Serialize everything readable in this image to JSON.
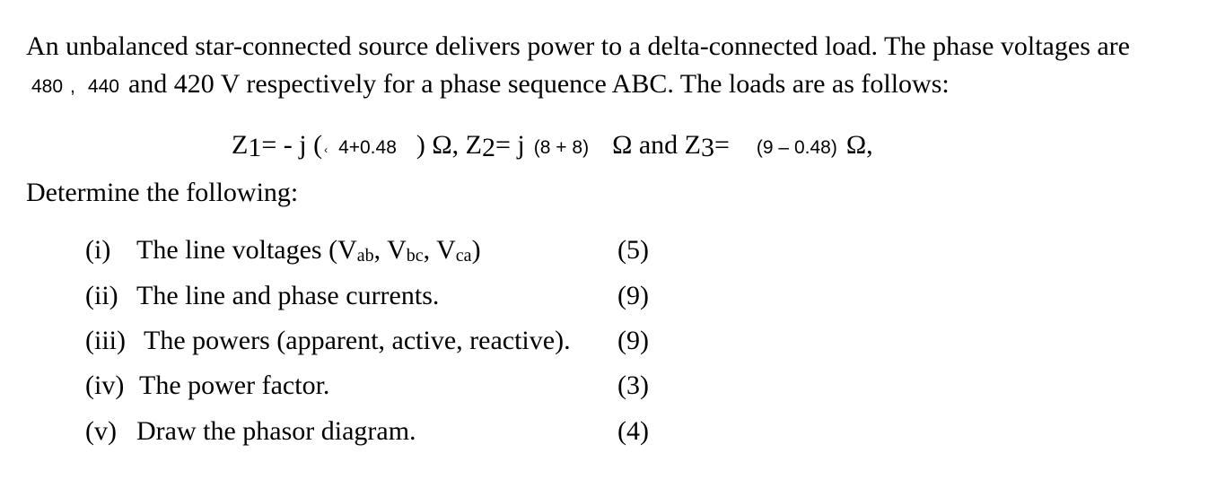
{
  "intro": {
    "line1": "An unbalanced star-connected source delivers power to a delta-connected load. The phase voltages are",
    "v1": "480",
    "comma": ",",
    "v2": "440",
    "line2_rest": "and 420 V respectively for a phase sequence ABC. The loads are as follows:"
  },
  "equation": {
    "z1_label": "Z",
    "z1_sub": "1",
    "z1_prefix": "= - j (",
    "z1_open_fragment": "‹",
    "z1_value": "4+0.48",
    "z1_suffix": ") Ω, Z",
    "z2_sub": "2",
    "z2_prefix": "= j",
    "z2_value": "(8 + 8)",
    "z2_suffix": "Ω and Z",
    "z3_sub": "3",
    "z3_prefix": "=",
    "z3_value": "(9 – 0.48)",
    "z3_suffix": "Ω,"
  },
  "determine": "Determine the following:",
  "items": [
    {
      "num": "(i)",
      "text_pre": "The line voltages (V",
      "s1": "ab",
      "t2": ", V",
      "s2": "bc",
      "t3": ", V",
      "s3": "ca",
      "t4": ")",
      "marks": "(5)"
    },
    {
      "num": "(ii)",
      "text": "The line and phase currents.",
      "marks": "(9)"
    },
    {
      "num": "(iii)",
      "text": "The powers (apparent, active, reactive).",
      "marks": "(9)"
    },
    {
      "num": "(iv)",
      "text": "The power factor.",
      "marks": "(3)"
    },
    {
      "num": "(v)",
      "text": "Draw the phasor diagram.",
      "marks": "(4)"
    }
  ]
}
